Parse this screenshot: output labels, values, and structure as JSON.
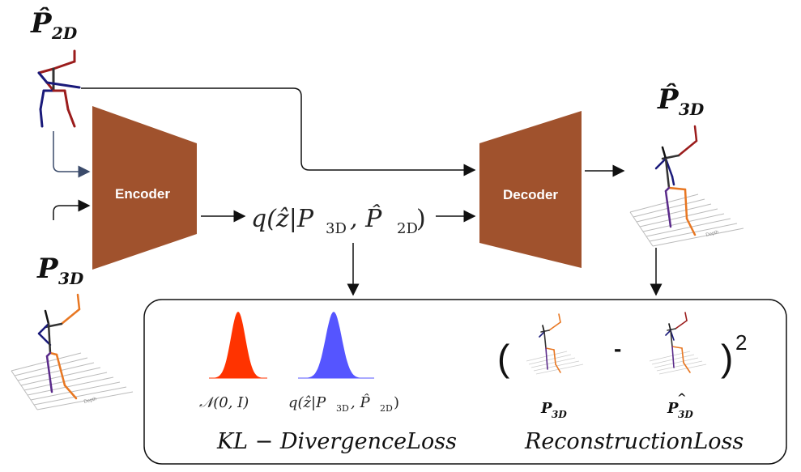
{
  "labels": {
    "p2d_hat": "P̂",
    "p2d_sub": "2D",
    "p3d_hat": "P̂",
    "p3d_hat_sub": "3D",
    "p3d": "P",
    "p3d_sub": "3D",
    "encoder": "Encoder",
    "decoder": "Decoder",
    "latent": "q(ẑ|P3D, P̂2D)",
    "latent_q": "q(ẑ|P",
    "latent_sub1": "3D",
    "latent_mid": ", P̂",
    "latent_sub2": "2D",
    "latent_close": ")",
    "normal": "𝒩(0, I)",
    "kl_loss": "KL − DivergenceLoss",
    "recon_loss": "ReconstructionLoss",
    "paren_open": "(",
    "minus": "-",
    "paren_close": ")",
    "square": "2",
    "recon_p": "P",
    "recon_p_sub": "3D",
    "recon_phat": "P",
    "recon_phat_sub": "3D",
    "hat_mark": "^",
    "depth": "Depth"
  },
  "colors": {
    "block": "#a0522d",
    "block_text": "#ffffff",
    "red_dist": "#ff3300",
    "blue_dist": "#5555ff",
    "skeleton_red": "#9b1c1c",
    "skeleton_blue": "#1a1a7a",
    "skeleton_orange": "#e87722",
    "skeleton_purple": "#5a2a8a"
  }
}
